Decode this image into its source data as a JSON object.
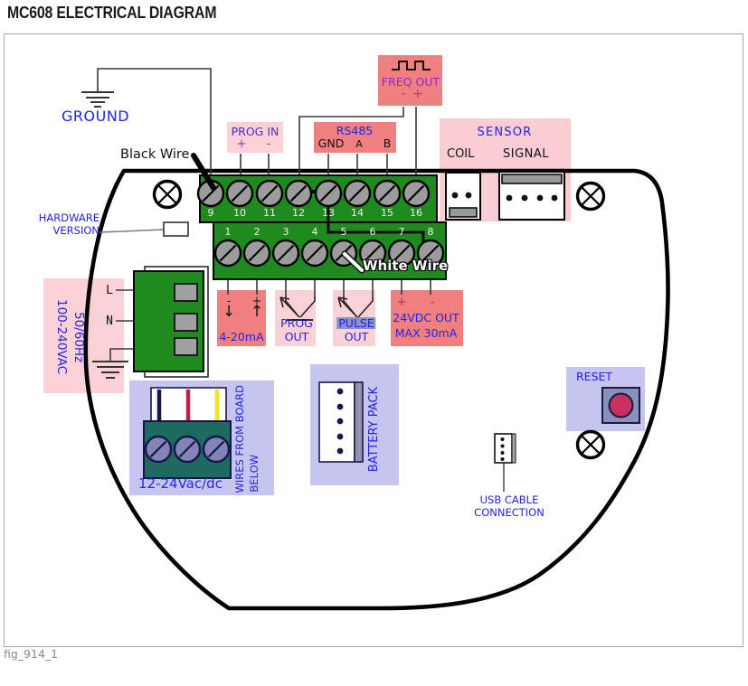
{
  "title": "MC608 ELECTRICAL DIAGRAM",
  "figure_label": "fig_914_1",
  "ground": {
    "label": "GROUND"
  },
  "hardware_version": {
    "line1": "HARDWARE",
    "line2": "VERSION"
  },
  "wires": {
    "black": "Black Wire",
    "white": "White Wire"
  },
  "freq_out": {
    "label": "FREQ OUT",
    "minus": "-",
    "plus": "+"
  },
  "prog_in": {
    "label": "PROG IN",
    "plus": "+",
    "minus": "-"
  },
  "rs485": {
    "label": "RS485",
    "gnd": "GND",
    "a": "A",
    "b": "B"
  },
  "sensor": {
    "label": "SENSOR",
    "coil": "COIL",
    "signal": "SIGNAL"
  },
  "terminals": {
    "top": [
      "9",
      "10",
      "11",
      "12",
      "13",
      "14",
      "15",
      "16"
    ],
    "bottom": [
      "1",
      "2",
      "3",
      "4",
      "5",
      "6",
      "7",
      "8"
    ]
  },
  "mains": {
    "voltage": "100-240VAC",
    "frequency": "50/60Hz",
    "line": "L",
    "neutral": "N"
  },
  "current_output": {
    "minus": "-",
    "plus": "+",
    "arrow_down": "↓",
    "arrow_up": "↑",
    "label": "4-20mA"
  },
  "prog_out": {
    "line1": "PROG",
    "line2": "OUT"
  },
  "pulse_out": {
    "line1": "PULSE",
    "line2": "OUT"
  },
  "vdc_out": {
    "plus": "+",
    "minus": "-",
    "line1": "24VDC OUT",
    "line2": "MAX 30mA"
  },
  "low_voltage": {
    "label": "12-24Vac/dc",
    "note_line1": "WIRES FROM BOARD",
    "note_line2": "BELOW"
  },
  "battery": {
    "label": "BATTERY PACK"
  },
  "reset": {
    "label": "RESET"
  },
  "usb": {
    "line1": "USB CABLE",
    "line2": "CONNECTION"
  },
  "colors": {
    "salmon": "#F08080",
    "pink": "#FAD2D6",
    "lavender": "#C5C5EF",
    "board_green": "#1F8B1F",
    "teal_green": "#1D6B5F",
    "label_blue": "#2323E6",
    "freq_purple": "#8B2BC8",
    "polarity_magenta": "#B5309A",
    "reset_red": "#C73060"
  }
}
